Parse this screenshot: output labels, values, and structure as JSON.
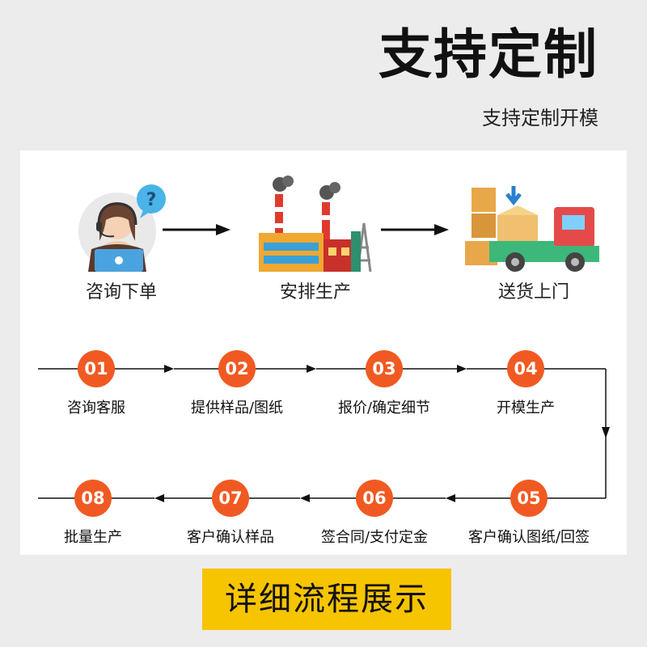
{
  "header": {
    "title": "支持定制",
    "subtitle": "支持定制开模"
  },
  "stages": [
    {
      "label": "咨询下单",
      "icon": "customer-service-icon"
    },
    {
      "label": "安排生产",
      "icon": "factory-icon"
    },
    {
      "label": "送货上门",
      "icon": "delivery-truck-icon"
    }
  ],
  "steps": [
    {
      "num": "01",
      "label": "咨询客服"
    },
    {
      "num": "02",
      "label": "提供样品/图纸"
    },
    {
      "num": "03",
      "label": "报价/确定细节"
    },
    {
      "num": "04",
      "label": "开模生产"
    },
    {
      "num": "05",
      "label": "客户确认图纸/回签"
    },
    {
      "num": "06",
      "label": "签合同/支付定金"
    },
    {
      "num": "07",
      "label": "客户确认样品"
    },
    {
      "num": "08",
      "label": "批量生产"
    }
  ],
  "footer": {
    "cta": "详细流程展示"
  },
  "colors": {
    "accent": "#f05a22",
    "cta": "#f7c400",
    "background": "#ececec"
  }
}
